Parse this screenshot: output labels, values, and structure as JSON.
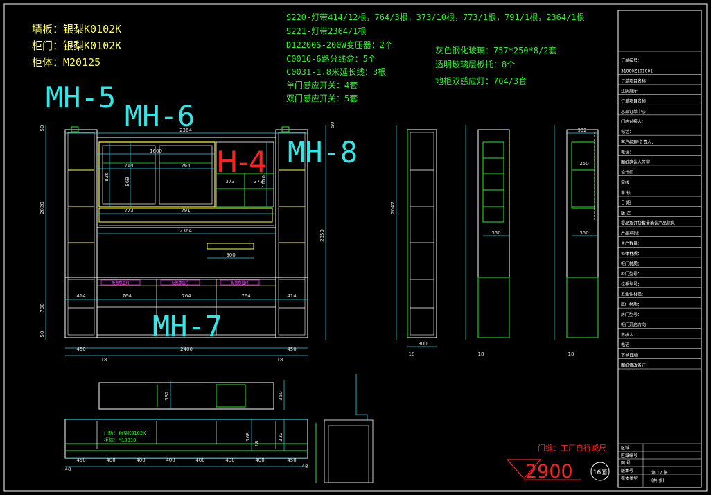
{
  "material_notes": {
    "wall_panel": "墙板：银梨K0102K",
    "cabinet_door": "柜门：银梨K0102K",
    "cabinet_body": "柜体：M20125"
  },
  "accessory_notes": {
    "left": [
      "S220-灯带414/12根，764/3根，373/10根，773/1根，791/1根，2364/1根",
      "S221-灯带2364/1根",
      "D12200S-200W变压器：2个",
      "C0016-6路分线盒：5个",
      "C0031-1.8米延长线：3根",
      "单门感应开关：4套",
      "双门感应开关：5套"
    ],
    "right": [
      "灰色钢化玻璃：757*250*8/2套",
      "透明玻璃层板托：8个",
      "地柜双感应灯：764/3套"
    ]
  },
  "module_labels": {
    "mh5": "MH-5",
    "mh6": "MH-6",
    "h4": "H-4",
    "mh8": "MH-8",
    "mh7": "MH-7"
  },
  "front_view_dims": {
    "top_width": "2364",
    "inner_width": "1600",
    "cell_764a": "764",
    "cell_764b": "764",
    "cell_373a": "373",
    "cell_373b": "373",
    "bottom_773": "773",
    "bottom_791": "791",
    "mid_2364": "2364",
    "shelf_900": "900",
    "base_414a": "414",
    "base_764a": "764",
    "base_764b": "764",
    "base_764c": "764",
    "base_414b": "414",
    "total_width": "2400",
    "side_450a": "450",
    "side_450b": "450",
    "side_18a": "18",
    "side_18b": "18",
    "left_height": "2020",
    "right_height": "2850",
    "height_826": "826",
    "height_869": "869",
    "height_1100": "1100",
    "height_780": "780",
    "height_50a": "50",
    "height_50b": "50",
    "height_50c": "50"
  },
  "drawer_label": "配置感应灯",
  "plan_view": {
    "door_note": "门板：银梨K0102K",
    "body_note": "柜体：M10318",
    "dims": [
      "450",
      "400",
      "400",
      "400",
      "400",
      "400",
      "400",
      "450"
    ],
    "dim_48a": "48",
    "dim_48b": "48",
    "dim_332": "332",
    "dim_350": "350",
    "dim_368": "368",
    "dim_18": "18"
  },
  "top_strip_dims": {
    "d1": "332",
    "d2": "350"
  },
  "section_dims": {
    "s1_height": "2047",
    "s1_width": "300",
    "s1_18": "18",
    "s2_350": "350",
    "s2_18": "18",
    "s3_332": "332",
    "s3_18": "18",
    "s3_250": "250",
    "s3_350": "350"
  },
  "title_block": {
    "rows": [
      "订单编号：",
      "31000Z101001",
      "订单项目名称：",
      "江阴展厅",
      "订单项目名称：",
      "总部订单中心",
      "门店对接人：",
      "电话：",
      "客户经理/负责人：",
      "电话：",
      "图纸确认人签字：",
      "设计师",
      "审核",
      "审 核",
      "日 期",
      "版 次",
      "提品及订货数量确认产品信息",
      "产品系列：",
      "生产数量：",
      "柜体材质：",
      "柜门材质：",
      "柜门型号：",
      "拉手型号：",
      "五金件材质：",
      "底门材质：",
      "房门型号：",
      "柜门开启方向：",
      "审核人",
      "电话",
      "下单日期",
      "图纸修改备注："
    ],
    "bottom_rows": [
      "区域",
      "区域编号",
      "图 号",
      "版本号",
      "柜体类型"
    ],
    "sheet_no": "第 17 张",
    "total": "(共 张)"
  },
  "gate_note": "门缝：工厂自行减尺",
  "elevation": "2900",
  "sheet_badge": "16面"
}
